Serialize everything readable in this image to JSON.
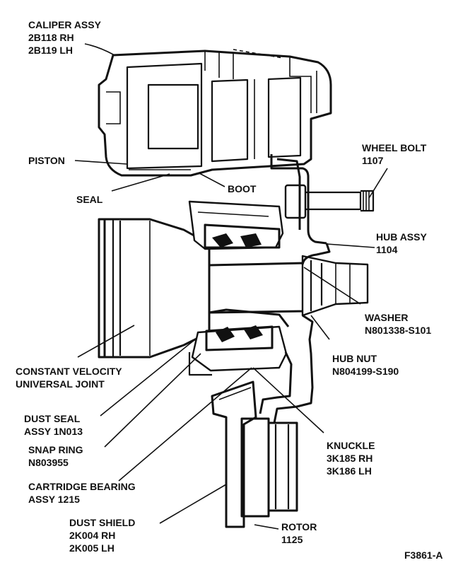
{
  "labels": {
    "caliper": [
      "CALIPER ASSY",
      "2B118 RH",
      "2B119 LH"
    ],
    "piston": [
      "PISTON"
    ],
    "seal": [
      "SEAL"
    ],
    "boot": [
      "BOOT"
    ],
    "wheel_bolt": [
      "WHEEL BOLT",
      "1107"
    ],
    "hub_assy": [
      "HUB ASSY",
      "1104"
    ],
    "washer": [
      "WASHER",
      "N801338-S101"
    ],
    "hub_nut": [
      "HUB NUT",
      "N804199-S190"
    ],
    "cv_joint": [
      "CONSTANT VELOCITY",
      "UNIVERSAL JOINT"
    ],
    "dust_seal": [
      "DUST SEAL",
      "ASSY 1N013"
    ],
    "snap_ring": [
      "SNAP RING",
      "N803955"
    ],
    "cartridge_bearing": [
      "CARTRIDGE BEARING",
      "ASSY 1215"
    ],
    "knuckle": [
      "KNUCKLE",
      "3K185 RH",
      "3K186 LH"
    ],
    "dust_shield": [
      "DUST SHIELD",
      "2K004 RH",
      "2K005 LH"
    ],
    "rotor": [
      "ROTOR",
      "1125"
    ]
  },
  "figure_id": "F3861-A"
}
